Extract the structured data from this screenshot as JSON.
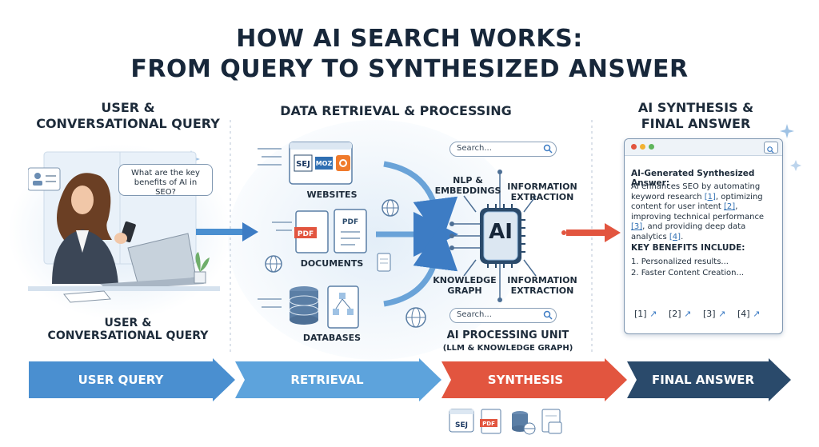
{
  "title": {
    "line1": "HOW AI SEARCH WORKS:",
    "line2": "FROM QUERY TO SYNTHESIZED ANSWER"
  },
  "user_section": {
    "heading": "USER &\nCONVERSATIONAL QUERY",
    "heading_line1": "USER &",
    "heading_line2": "CONVERSATIONAL QUERY",
    "speech_bubble": "What are the key benefits of AI in SEO?",
    "caption_line1": "USER &",
    "caption_line2": "CONVERSATIONAL QUERY"
  },
  "retrieval_section": {
    "heading": "DATA RETRIEVAL & PROCESSING",
    "sources": [
      {
        "label": "WEBSITES",
        "logos": [
          "SEJ",
          "MOZ"
        ]
      },
      {
        "label": "DOCUMENTS",
        "file_tags": [
          "PDF",
          "PDF"
        ]
      },
      {
        "label": "DATABASES"
      }
    ]
  },
  "ai_unit": {
    "chip_label": "AI",
    "search_top": "Search...",
    "search_bottom": "Search...",
    "node_nlp": "NLP &\nEMBEDDINGS",
    "node_nlp_l1": "NLP &",
    "node_nlp_l2": "EMBEDDINGS",
    "node_info_top_l1": "INFORMATION",
    "node_info_top_l2": "EXTRACTION",
    "node_kg_l1": "KNOWLEDGE",
    "node_kg_l2": "GRAPH",
    "node_info_bottom_l1": "INFORMATION",
    "node_info_bottom_l2": "EXTRACTION",
    "caption": "AI PROCESSING UNIT",
    "subcaption": "(LLM & KNOWLEDGE GRAPH)"
  },
  "synthesis_section": {
    "heading_line1": "AI SYNTHESIS &",
    "heading_line2": "FINAL ANSWER",
    "card": {
      "title": "AI-Generated Synthesized Answer:",
      "body_parts": [
        "AI enhances SEO by automating keyword research ",
        "[1]",
        ", optimizing content for user intent ",
        "[2]",
        ", improving technical performance ",
        "[3]",
        ", and providing deep data analytics ",
        "[4]",
        "."
      ],
      "benefits_heading": "KEY BENEFITS INCLUDE:",
      "benefits": [
        "1. Personalized results...",
        "2. Faster Content Creation..."
      ],
      "citations": [
        "[1]",
        "[2]",
        "[3]",
        "[4]"
      ]
    }
  },
  "pipeline": {
    "stages": [
      "USER QUERY",
      "RETRIEVAL",
      "SYNTHESIS",
      "FINAL ANSWER"
    ],
    "colors": [
      "#4a8fd0",
      "#5da3dc",
      "#e2553f",
      "#2a4a6b"
    ]
  },
  "bottom_icons": [
    "SEJ",
    "PDF"
  ],
  "colors": {
    "accent_blue": "#3d7cc4",
    "accent_red": "#e2553f",
    "dark_navy": "#17273a"
  }
}
